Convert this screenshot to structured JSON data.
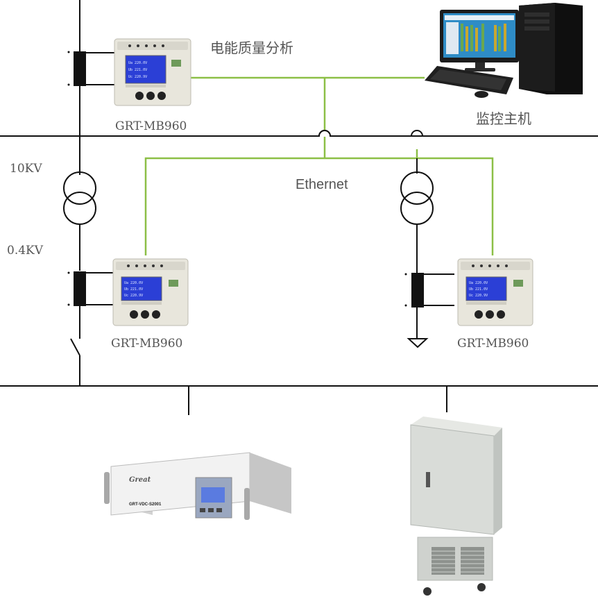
{
  "labels": {
    "power_quality": "电能质量分析",
    "monitor_host": "监控主机",
    "ethernet": "Ethernet",
    "hv_voltage": "10KV",
    "lv_voltage": "0.4KV",
    "meter_top": "GRT-MB960",
    "meter_left": "GRT-MB960",
    "meter_right": "GRT-MB960"
  },
  "devices": {
    "rack_brand": "Great",
    "rack_model": "GRT-VDC-S2001"
  },
  "colors": {
    "ethernet_line": "#8cbf46",
    "bus_line": "#111111",
    "lcd_screen": "#2b3fd6",
    "meter_body": "#e8e6dc",
    "cabinet_body": "#d9dcd8"
  }
}
